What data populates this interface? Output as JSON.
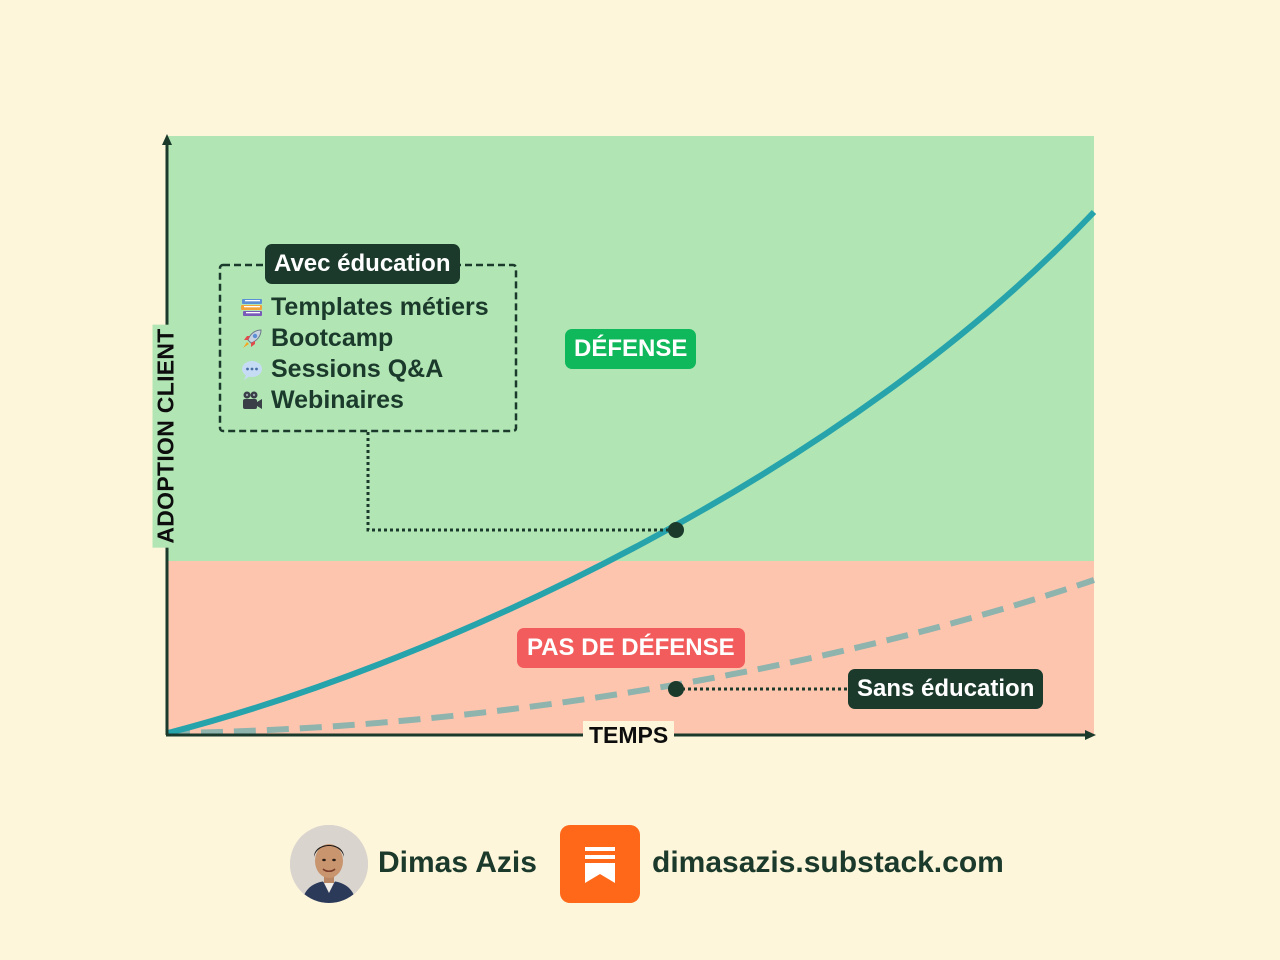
{
  "axes": {
    "y_label": "ADOPTION CLIENT",
    "x_label": "TEMPS"
  },
  "zones": {
    "top": {
      "label": "DÉFENSE",
      "color": "#b1e6b4",
      "tag_color": "#10b85c"
    },
    "bottom": {
      "label": "PAS DE DÉFENSE",
      "color": "#fec5ae",
      "tag_color": "#f25c5c"
    }
  },
  "curves": {
    "with_education": {
      "label": "Avec éducation",
      "color": "#27a3ab",
      "style": "solid"
    },
    "without_education": {
      "label": "Sans éducation",
      "color": "#8fb3ad",
      "style": "dashed"
    }
  },
  "education_items": [
    {
      "icon": "books-icon",
      "label": "Templates métiers"
    },
    {
      "icon": "rocket-icon",
      "label": "Bootcamp"
    },
    {
      "icon": "speech-bubble-icon",
      "label": "Sessions Q&A"
    },
    {
      "icon": "video-camera-icon",
      "label": "Webinaires"
    }
  ],
  "footer": {
    "author_name": "Dimas Azis",
    "site_url": "dimasazis.substack.com",
    "logo_color": "#ff6719"
  }
}
